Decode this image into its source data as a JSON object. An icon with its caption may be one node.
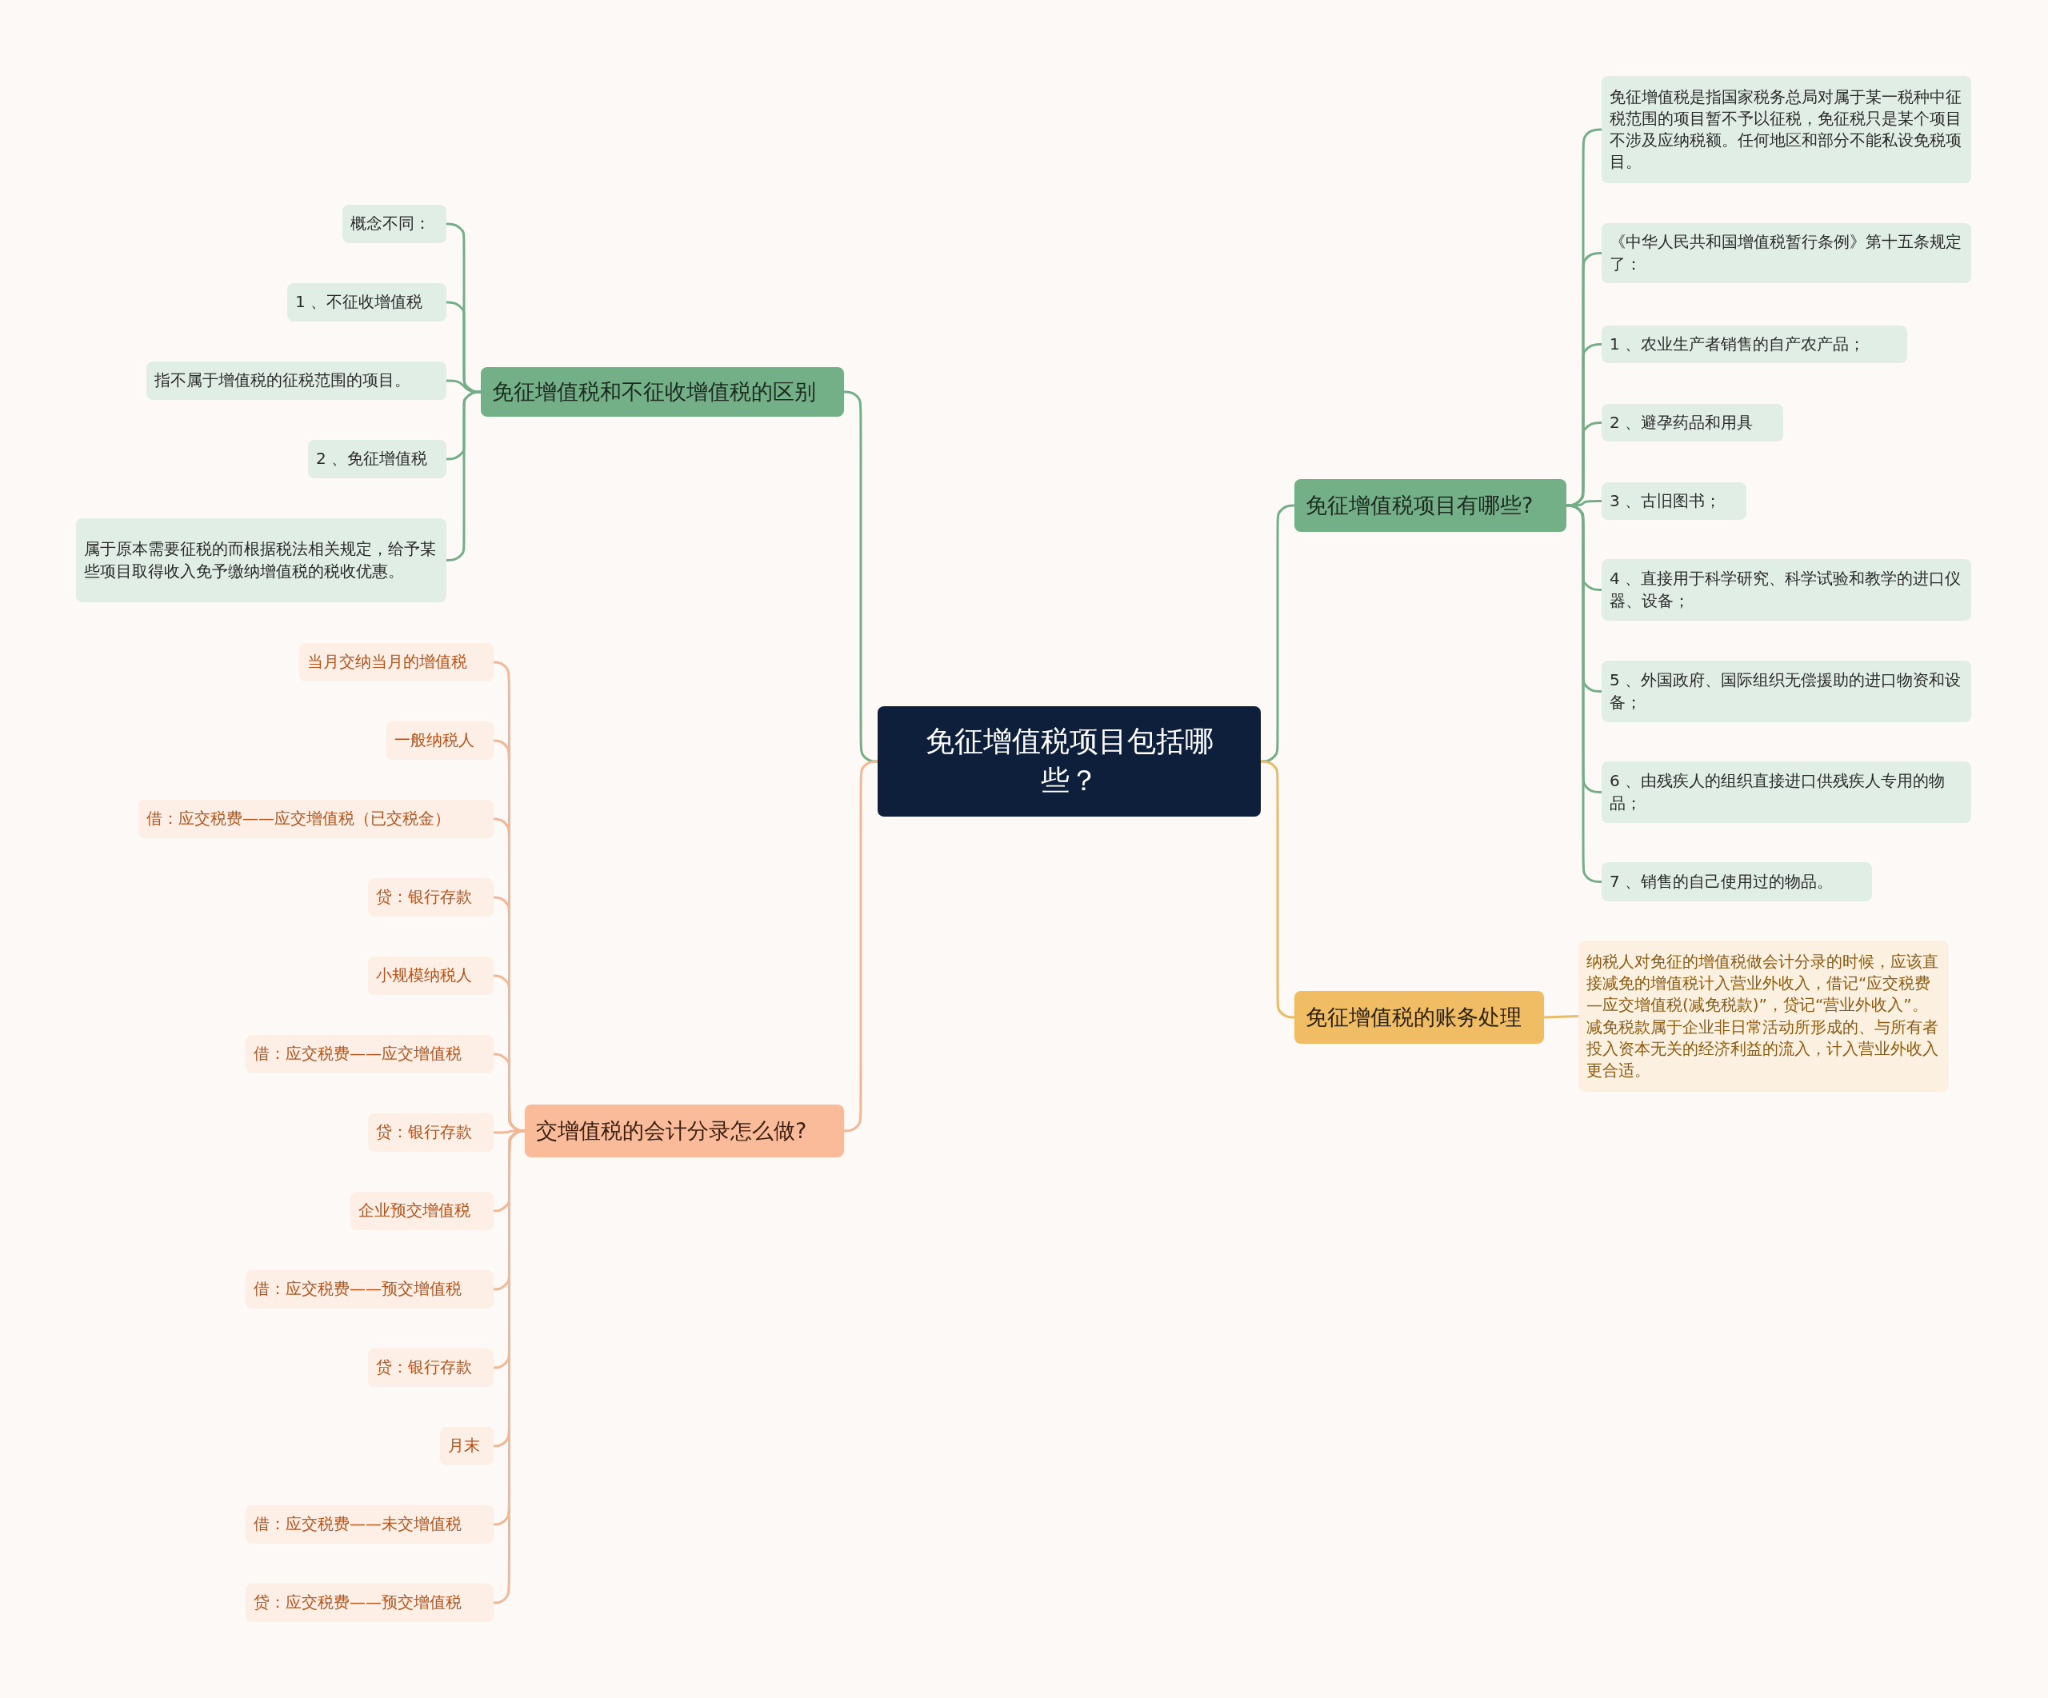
{
  "diagram": {
    "nodes": [
      {
        "text": [
          "免征增值税项目包括哪些？"
        ]
      },
      {
        "text": [
          "免征增值税和不征收增值税的区别"
        ]
      },
      {
        "text": [
          "概念不同："
        ]
      },
      {
        "text": [
          "1 、不征收增值税"
        ]
      },
      {
        "text": [
          "指不属于增值税的征税范围的项目。"
        ]
      },
      {
        "text": [
          "2 、免征增值税"
        ]
      },
      {
        "text": [
          "属于原本需要征税的而根据税法相关规定，给予某些项目取得收入免予缴纳增值税的税收优惠。"
        ]
      },
      {
        "text": [
          "交增值税的会计分录怎么做?"
        ]
      },
      {
        "text": [
          "当月交纳当月的增值税"
        ]
      },
      {
        "text": [
          "一般纳税人"
        ]
      },
      {
        "text": [
          "借：应交税费——应交增值税（已交税金）"
        ]
      },
      {
        "text": [
          "贷：银行存款"
        ]
      },
      {
        "text": [
          "小规模纳税人"
        ]
      },
      {
        "text": [
          "借：应交税费——应交增值税"
        ]
      },
      {
        "text": [
          "贷：银行存款"
        ]
      },
      {
        "text": [
          "企业预交增值税"
        ]
      },
      {
        "text": [
          "借：应交税费——预交增值税"
        ]
      },
      {
        "text": [
          "贷：银行存款"
        ]
      },
      {
        "text": [
          "月末"
        ]
      },
      {
        "text": [
          "借：应交税费——未交增值税"
        ]
      },
      {
        "text": [
          "贷：应交税费——预交增值税"
        ]
      },
      {
        "text": [
          "免征增值税项目有哪些?"
        ]
      },
      {
        "text": [
          "免征增值税是指国家税务总局对属于某一税种中征税范围的项目暂不予以征税，免征税只是某个项目不涉及应纳税额。任何地区和部分不能私设免税项目。"
        ]
      },
      {
        "text": [
          "《中华人民共和国增值税暂行条例》第十五条规定了："
        ]
      },
      {
        "text": [
          "1 、农业生产者销售的自产农产品；"
        ]
      },
      {
        "text": [
          "2 、避孕药品和用具"
        ]
      },
      {
        "text": [
          "3 、古旧图书；"
        ]
      },
      {
        "text": [
          "4 、直接用于科学研究、科学试验和教学的进口仪器、设备；"
        ]
      },
      {
        "text": [
          "5 、外国政府、国际组织无偿援助的进口物资和设备；"
        ]
      },
      {
        "text": [
          "6 、由残疾人的组织直接进口供残疾人专用的物品；"
        ]
      },
      {
        "text": [
          "7 、销售的自己使用过的物品。"
        ]
      },
      {
        "text": [
          "免征增值税的账务处理"
        ]
      },
      {
        "text": [
          "纳税人对免征的增值税做会计分录的时候，应该直接减免的增值税计入营业外收入，借记“应交税费—应交增值税(减免税款)”，贷记“营业外收入”。减免税款属于企业非日常活动所形成的、与所有者投入资本无关的经济利益的流入，计入营业外收入更合适。"
        ]
      }
    ],
    "edges": [
      {
        "from": 0,
        "to": 1,
        "arrow": "none"
      },
      {
        "from": 1,
        "to": 2,
        "arrow": "none"
      },
      {
        "from": 1,
        "to": 3,
        "arrow": "none"
      },
      {
        "from": 1,
        "to": 4,
        "arrow": "none"
      },
      {
        "from": 1,
        "to": 5,
        "arrow": "none"
      },
      {
        "from": 1,
        "to": 6,
        "arrow": "none"
      },
      {
        "from": 0,
        "to": 7,
        "arrow": "none",
        "color": "#f2b896"
      },
      {
        "from": 7,
        "to": 8,
        "arrow": "none",
        "color": "#f2b896"
      },
      {
        "from": 7,
        "to": 9,
        "arrow": "none",
        "color": "#f2b896"
      },
      {
        "from": 7,
        "to": 10,
        "arrow": "none",
        "color": "#f2b896"
      },
      {
        "from": 7,
        "to": 11,
        "arrow": "none",
        "color": "#f2b896"
      },
      {
        "from": 7,
        "to": 12,
        "arrow": "none",
        "color": "#f2b896"
      },
      {
        "from": 7,
        "to": 13,
        "arrow": "none",
        "color": "#f2b896"
      },
      {
        "from": 7,
        "to": 14,
        "arrow": "none",
        "color": "#f2b896"
      },
      {
        "from": 7,
        "to": 15,
        "arrow": "none",
        "color": "#f2b896"
      },
      {
        "from": 7,
        "to": 16,
        "arrow": "none",
        "color": "#f2b896"
      },
      {
        "from": 7,
        "to": 17,
        "arrow": "none",
        "color": "#f2b896"
      },
      {
        "from": 7,
        "to": 18,
        "arrow": "none",
        "color": "#f2b896"
      },
      {
        "from": 7,
        "to": 19,
        "arrow": "none",
        "color": "#f2b896"
      },
      {
        "from": 7,
        "to": 20,
        "arrow": "none",
        "color": "#f2b896"
      },
      {
        "from": 0,
        "to": 21,
        "arrow": "none"
      },
      {
        "from": 21,
        "to": 22,
        "arrow": "none"
      },
      {
        "from": 21,
        "to": 23,
        "arrow": "none"
      },
      {
        "from": 21,
        "to": 24,
        "arrow": "none"
      },
      {
        "from": 21,
        "to": 25,
        "arrow": "none"
      },
      {
        "from": 21,
        "to": 26,
        "arrow": "none"
      },
      {
        "from": 21,
        "to": 27,
        "arrow": "none"
      },
      {
        "from": 21,
        "to": 28,
        "arrow": "none"
      },
      {
        "from": 21,
        "to": 29,
        "arrow": "none"
      },
      {
        "from": 21,
        "to": 30,
        "arrow": "none"
      },
      {
        "from": 0,
        "to": 31,
        "arrow": "none",
        "color": "#e8bb66"
      },
      {
        "from": 31,
        "to": 32,
        "arrow": "none",
        "color": "#e8bb66"
      }
    ]
  }
}
